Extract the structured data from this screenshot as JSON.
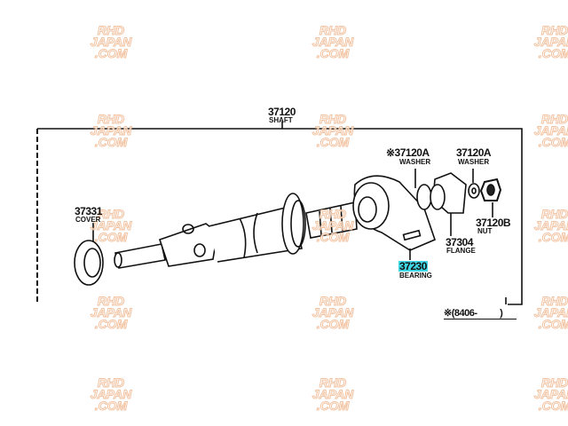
{
  "watermark": {
    "line1": "RHD",
    "line2": "JAPAN",
    "line3": ".COM"
  },
  "parts": {
    "shaft": {
      "number": "37120",
      "name": "SHAFT"
    },
    "washer_a": {
      "number": "※37120A",
      "name": "WASHER"
    },
    "washer_b": {
      "number": "37120A",
      "name": "WASHER"
    },
    "nut": {
      "number": "37120B",
      "name": "NUT"
    },
    "flange": {
      "number": "37304",
      "name": "FLANGE"
    },
    "bearing": {
      "number": "37230",
      "name": "BEARING"
    },
    "cover": {
      "number": "37331",
      "name": "COVER"
    }
  },
  "footnote": "※(8406-          )",
  "colors": {
    "highlight": "#3fd6e6",
    "watermark": "#f0b890"
  }
}
